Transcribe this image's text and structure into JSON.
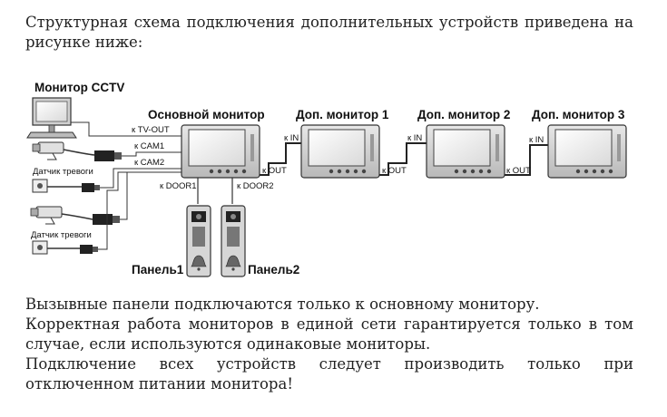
{
  "intro": "Структурная схема подключения дополнительных устройств приведена на рисунке ниже:",
  "diagram": {
    "cctv_monitor": "Монитор CCTV",
    "main_monitor": "Основной монитор",
    "extra_monitor_1": "Доп. монитор 1",
    "extra_monitor_2": "Доп. монитор 2",
    "extra_monitor_3": "Доп. монитор 3",
    "alarm_sensor_1": "Датчик тревоги",
    "alarm_sensor_2": "Датчик тревоги",
    "port_tv_out": "к TV-OUT",
    "port_cam1": "к CAM1",
    "port_cam2": "к CAM2",
    "port_door1": "к DOOR1",
    "port_door2": "к DOOR2",
    "port_out_main": "к OUT",
    "port_in_1": "к IN",
    "port_out_1": "к OUT",
    "port_in_2": "к IN",
    "port_out_2": "к OUT",
    "port_in_3": "к IN",
    "panel_1": "Панель1",
    "panel_2": "Панель2"
  },
  "notes": [
    "Вызывные панели подключаются только к основному монитору.",
    "Корректная работа мониторов в единой сети гарантируется только в том случае, если используются одинаковые мониторы.",
    "Подключение всех устройств следует производить только при отключенном питании монитора!"
  ]
}
